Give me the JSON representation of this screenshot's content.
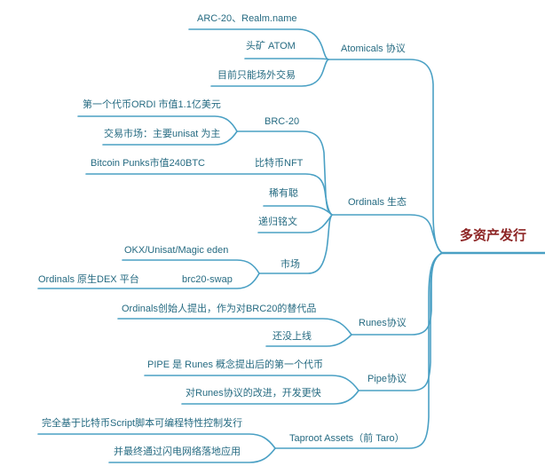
{
  "colors": {
    "line": "#4aa0c4",
    "text": "#266b82",
    "root_text": "#8d2525",
    "background": "#ffffff"
  },
  "mindmap": {
    "root": {
      "label": "多资产发行"
    },
    "branches": [
      {
        "label": "Atomicals 协议",
        "children": [
          {
            "label": "ARC-20、Realm.name"
          },
          {
            "label": "头矿 ATOM"
          },
          {
            "label": "目前只能场外交易"
          }
        ]
      },
      {
        "label": "Ordinals 生态",
        "children": [
          {
            "label": "BRC-20",
            "children": [
              {
                "label": "第一个代币ORDI 市值1.1亿美元"
              },
              {
                "label": "交易市场：主要unisat 为主"
              }
            ]
          },
          {
            "label": "比特币NFT",
            "children": [
              {
                "label": "Bitcoin Punks市值240BTC"
              }
            ]
          },
          {
            "label": "稀有聪"
          },
          {
            "label": "递归铭文"
          },
          {
            "label": "市场",
            "children": [
              {
                "label": "OKX/Unisat/Magic eden"
              },
              {
                "label": "brc20-swap",
                "children": [
                  {
                    "label": "Ordinals 原生DEX 平台"
                  }
                ]
              }
            ]
          }
        ]
      },
      {
        "label": "Runes协议",
        "children": [
          {
            "label": "Ordinals创始人提出，作为对BRC20的替代品"
          },
          {
            "label": "还没上线"
          }
        ]
      },
      {
        "label": "Pipe协议",
        "children": [
          {
            "label": "PIPE 是 Runes 概念提出后的第一个代币"
          },
          {
            "label": "对Runes协议的改进，开发更快"
          }
        ]
      },
      {
        "label": "Taproot Assets（前 Taro）",
        "children": [
          {
            "label": "完全基于比特币Script脚本可编程特性控制发行"
          },
          {
            "label": "并最终通过闪电网络落地应用"
          }
        ]
      }
    ]
  }
}
